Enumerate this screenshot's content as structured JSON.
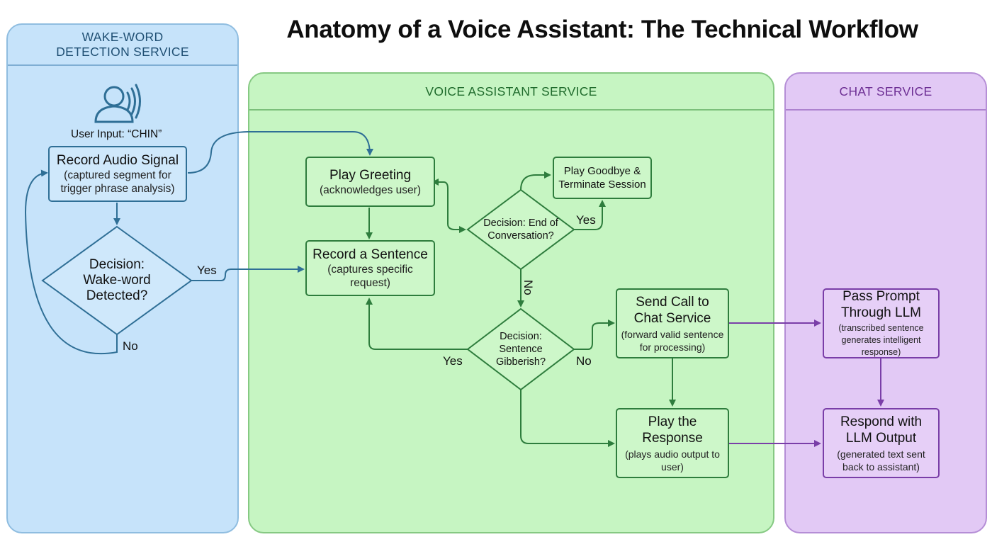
{
  "title": "Anatomy of a Voice Assistant: The Technical Workflow",
  "lanes": {
    "wake": "WAKE-WORD DETECTION SERVICE",
    "voice": "VOICE ASSISTANT SERVICE",
    "chat": "CHAT SERVICE"
  },
  "user_input_label": "User Input: “CHIN”",
  "nodes": {
    "record_audio": {
      "title": "Record Audio Signal",
      "sub": "(captured segment for trigger phrase analysis)"
    },
    "wake_decision": {
      "text": "Decision: Wake-word Detected?"
    },
    "play_greeting": {
      "title": "Play Greeting",
      "sub": "(acknowledges user)"
    },
    "record_sentence": {
      "title": "Record a Sentence",
      "sub": "(captures specific request)"
    },
    "end_decision": {
      "text": "Decision: End of Conversation?"
    },
    "play_goodbye": {
      "title": "Play Goodbye & Terminate Session"
    },
    "gibberish_decision": {
      "text": "Decision: Sentence Gibberish?"
    },
    "send_call": {
      "title": "Send Call to Chat Service",
      "sub": "(forward valid sentence for processing)"
    },
    "play_response": {
      "title": "Play the Response",
      "sub": "(plays audio output to user)"
    },
    "pass_prompt": {
      "title": "Pass Prompt Through LLM",
      "sub": "(transcribed sentence generates intelligent response)"
    },
    "respond_llm": {
      "title": "Respond with LLM Output",
      "sub": "(generated text sent back to assistant)"
    }
  },
  "edge_labels": {
    "wake_yes": "Yes",
    "wake_no": "No",
    "end_yes": "Yes",
    "end_no": "No",
    "gib_yes": "Yes",
    "gib_no": "No"
  },
  "colors": {
    "wake_lane": "#c6e3fa",
    "voice_lane": "#c6f5c2",
    "chat_lane": "#e2c9f5",
    "blue_stroke": "#2f6f96",
    "green_stroke": "#2e7d3d",
    "purple_stroke": "#7a3ea8"
  },
  "icons": [
    "user-speaking-icon"
  ]
}
